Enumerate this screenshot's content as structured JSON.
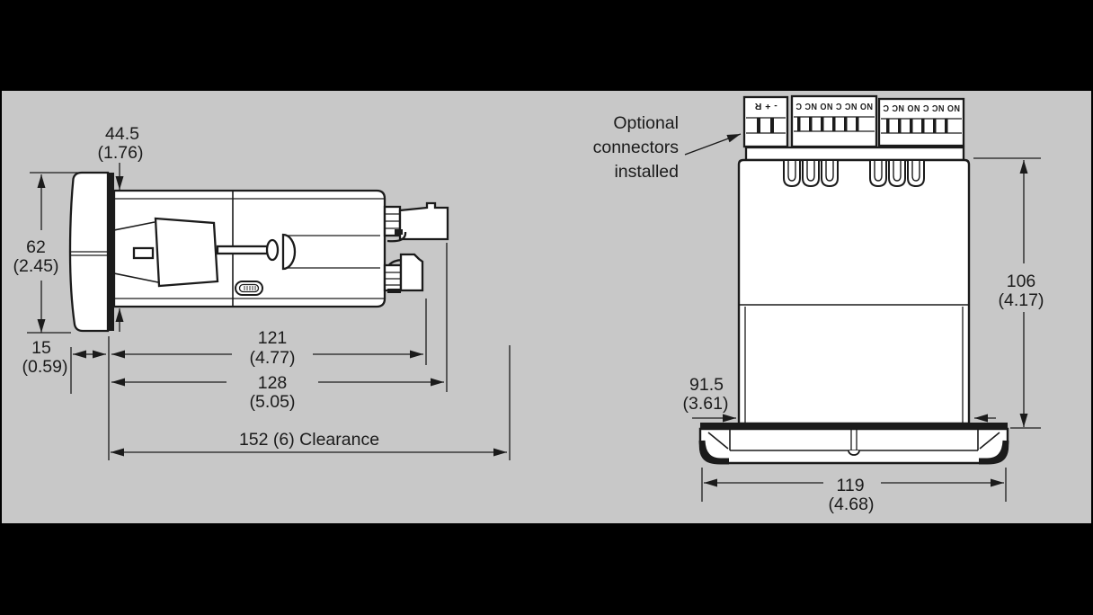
{
  "colors": {
    "page_background": "#000000",
    "drawing_background": "#c8c8c8",
    "ink": "#1b1b1b",
    "shape_fill": "#ffffff"
  },
  "side_view": {
    "dim_panel_depth_mm": "44.5",
    "dim_panel_depth_in": "(1.76)",
    "dim_bezel_height_mm": "62",
    "dim_bezel_height_in": "(2.45)",
    "dim_bezel_protrusion_mm": "15",
    "dim_bezel_protrusion_in": "(0.59)",
    "dim_case_depth_mm": "121",
    "dim_case_depth_in": "(4.77)",
    "dim_total_depth_mm": "128",
    "dim_total_depth_in": "(5.05)",
    "dim_clearance": "152 (6) Clearance"
  },
  "rear_view": {
    "note_line1": "Optional",
    "note_line2": "connectors",
    "note_line3": "installed",
    "terminal_block_1_labels": "- + R",
    "terminal_block_2_labels": "NO NC C NO NC C",
    "terminal_block_3_labels": "NO NC C NO NC C",
    "dim_height_mm": "106",
    "dim_height_in": "(4.17)",
    "dim_case_width_mm": "91.5",
    "dim_case_width_in": "(3.61)",
    "dim_flange_width_mm": "119",
    "dim_flange_width_in": "(4.68)"
  }
}
